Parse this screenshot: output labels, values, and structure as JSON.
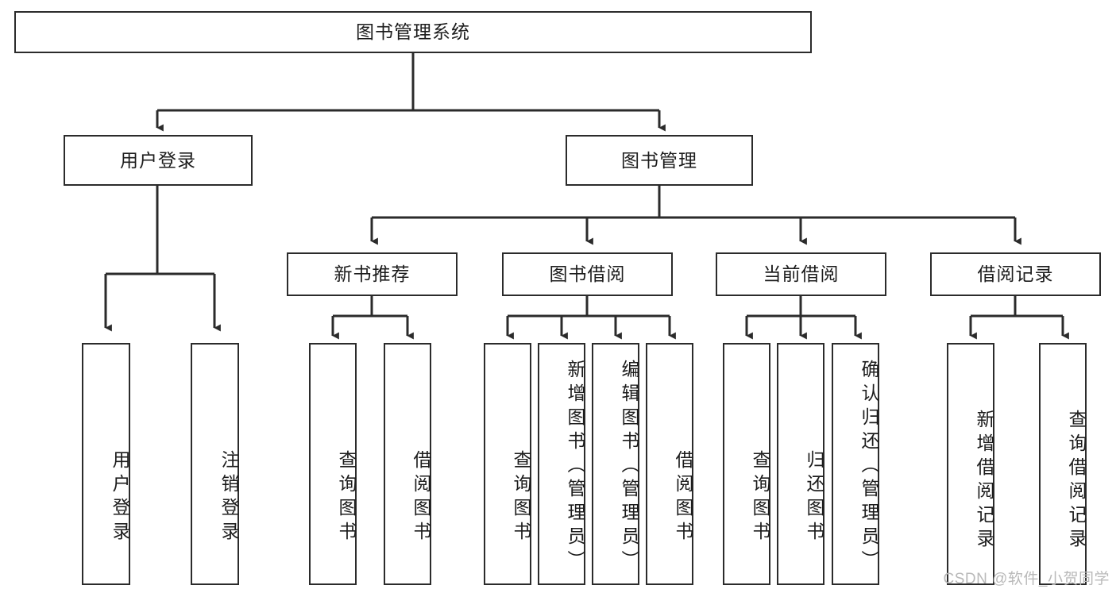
{
  "diagram": {
    "title": "图书管理系统",
    "root": {
      "id": "root",
      "label": "图书管理系统"
    },
    "level2": [
      {
        "id": "user-login",
        "label": "用户登录"
      },
      {
        "id": "book-management",
        "label": "图书管理"
      }
    ],
    "level3": [
      {
        "id": "new-book-recommend",
        "label": "新书推荐",
        "parent": "book-management"
      },
      {
        "id": "book-borrow",
        "label": "图书借阅",
        "parent": "book-management"
      },
      {
        "id": "current-borrow",
        "label": "当前借阅",
        "parent": "book-management"
      },
      {
        "id": "borrow-record",
        "label": "借阅记录",
        "parent": "book-management"
      }
    ],
    "leaves": [
      {
        "id": "leaf-user-login",
        "label": "用户登录",
        "parent": "user-login"
      },
      {
        "id": "leaf-logout-login",
        "label": "注销登录",
        "parent": "user-login"
      },
      {
        "id": "leaf-query-book-1",
        "label": "查询图书",
        "parent": "new-book-recommend"
      },
      {
        "id": "leaf-borrow-book-1",
        "label": "借阅图书",
        "parent": "new-book-recommend"
      },
      {
        "id": "leaf-query-book-2",
        "label": "查询图书",
        "parent": "book-borrow"
      },
      {
        "id": "leaf-add-book",
        "label": "新增图书（管理员）",
        "parent": "book-borrow"
      },
      {
        "id": "leaf-edit-book",
        "label": "编辑图书（管理员）",
        "parent": "book-borrow"
      },
      {
        "id": "leaf-borrow-book-2",
        "label": "借阅图书",
        "parent": "book-borrow"
      },
      {
        "id": "leaf-query-book-3",
        "label": "查询图书",
        "parent": "current-borrow"
      },
      {
        "id": "leaf-return-book",
        "label": "归还图书",
        "parent": "current-borrow"
      },
      {
        "id": "leaf-confirm-return",
        "label": "确认归还（管理员）",
        "parent": "current-borrow"
      },
      {
        "id": "leaf-add-record",
        "label": "新增借阅记录",
        "parent": "borrow-record"
      },
      {
        "id": "leaf-query-record",
        "label": "查询借阅记录",
        "parent": "borrow-record"
      }
    ],
    "colors": {
      "box_border": "#2b2b2b",
      "box_fill": "#ffffff",
      "connector": "#2b2b2b",
      "text": "#1c1c1c",
      "watermark": "#b9b9b9",
      "background": "#ffffff"
    }
  },
  "watermark": {
    "text": "CSDN @软件_小贺同学"
  }
}
